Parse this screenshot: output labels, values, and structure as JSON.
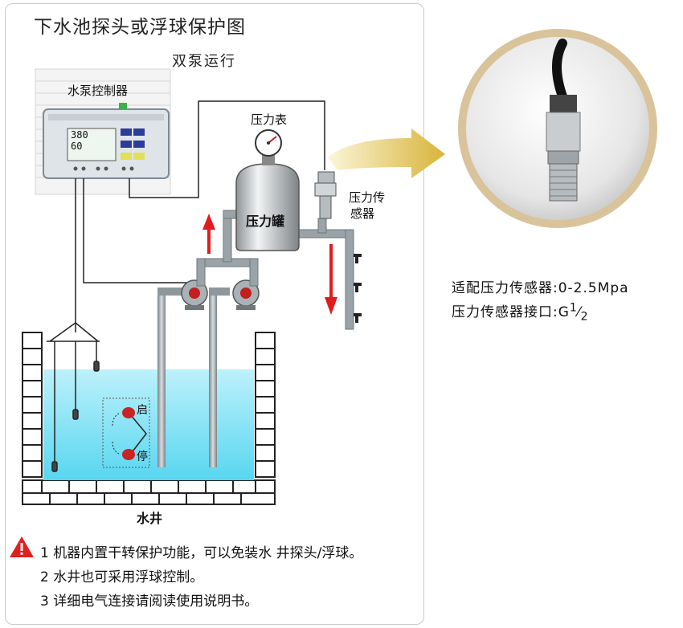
{
  "title": "下水池探头或浮球保护图",
  "subtitle": "双泵运行",
  "labels": {
    "controller": "水泵控制器",
    "gauge": "压力表",
    "tank": "压力罐",
    "sensor_line1": "压力传",
    "sensor_line2": "感器",
    "well": "水井",
    "float_start": "启",
    "float_stop": "停"
  },
  "controller_display": {
    "line1": "380",
    "line2": "60"
  },
  "notes": [
    "1 机器内置干转保护功能，可以免装水 井探头/浮球。",
    "2 水井也可采用浮球控制。",
    "3 详细电气连接请阅读使用说明书。"
  ],
  "specs": {
    "line1": "适配压力传感器:0-2.5Mpa",
    "line2_prefix": "压力传感器接口:G",
    "line2_num": "1",
    "line2_den": "2"
  },
  "colors": {
    "water": "#7fe0f5",
    "arrow_red": "#e01c1c",
    "pipe": "#9aa3a8",
    "warning": "#e02020"
  }
}
